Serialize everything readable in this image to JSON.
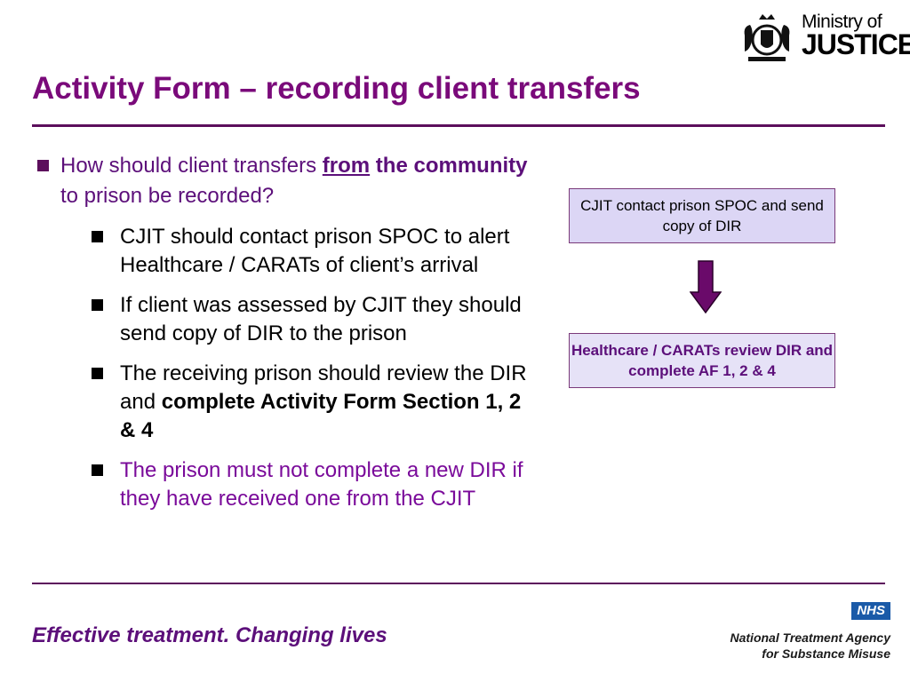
{
  "header": {
    "logo_line1": "Ministry of",
    "logo_line2": "JUSTICE",
    "title": "Activity Form – recording client transfers"
  },
  "main": {
    "question": {
      "part1": "How should client transfers ",
      "part2_underlined_bold": "from",
      "part3_bold": " the community",
      "part4": " to prison be recorded?"
    },
    "sub_bullets": [
      {
        "text": "CJIT should contact prison SPOC to alert Healthcare / CARATs of client’s arrival"
      },
      {
        "text": "If client was assessed by CJIT they should send copy of DIR to the prison"
      },
      {
        "text_plain": "The receiving prison should review the DIR and ",
        "text_bold": "complete Activity Form Section 1, 2 & 4"
      },
      {
        "text": "The prison must not complete a new DIR if they have received one from the CJIT"
      }
    ]
  },
  "flow": {
    "step1": "CJIT contact prison SPOC and send copy of DIR",
    "step2": "Healthcare / CARATs review DIR and complete AF 1, 2 & 4"
  },
  "footer": {
    "tagline": "Effective treatment. Changing lives",
    "nhs_badge": "NHS",
    "nta_line1": "National Treatment Agency",
    "nta_line2": "for Substance Misuse"
  },
  "colors": {
    "title": "#7a0a7a",
    "rule": "#5c0f5c",
    "box_fill": "#dcd6f5",
    "arrow": "#6a0a6a",
    "nhs_blue": "#1a5aa8"
  }
}
